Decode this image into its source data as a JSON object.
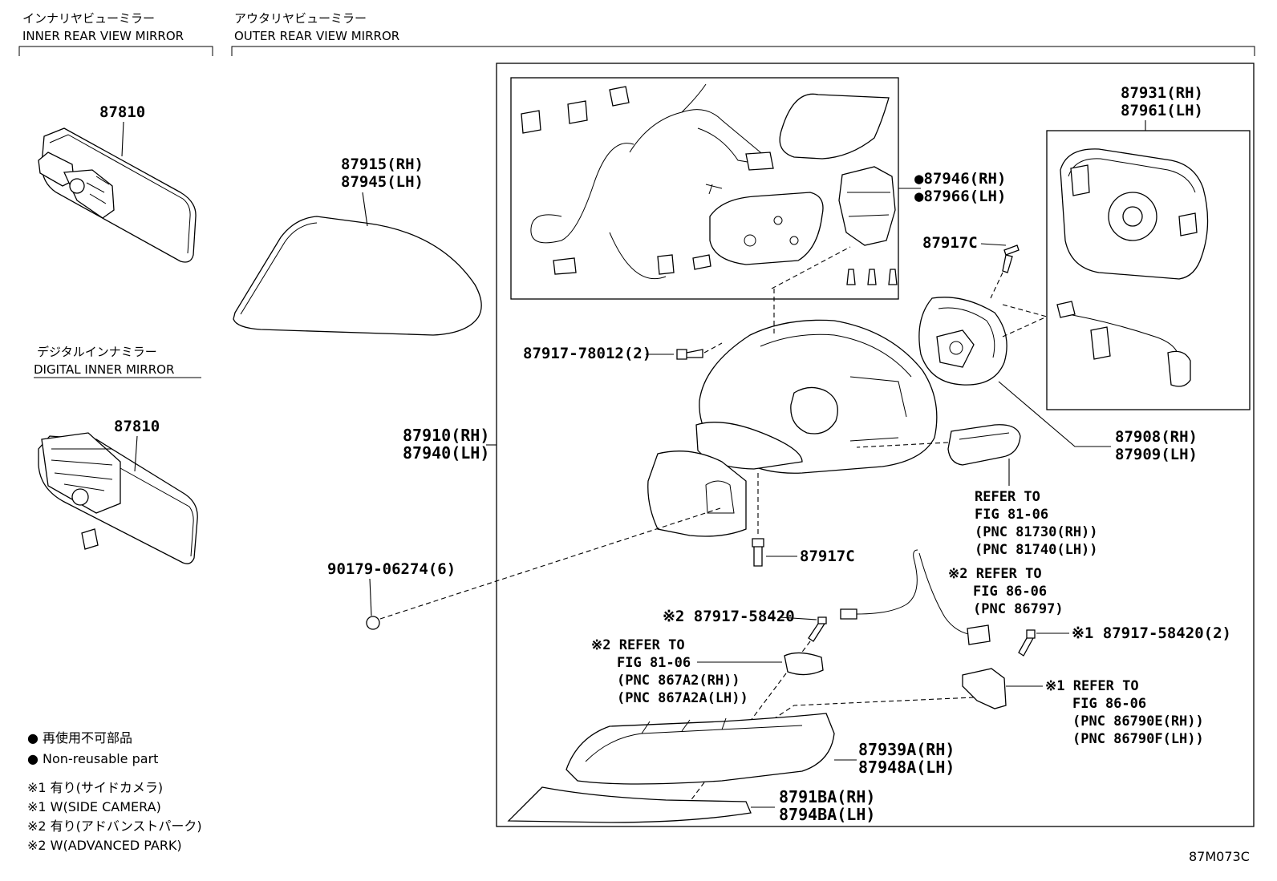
{
  "headers": {
    "inner_jp": "インナリヤビューミラー",
    "inner_en": "INNER REAR VIEW MIRROR",
    "outer_jp": "アウタリヤビューミラー",
    "outer_en": "OUTER REAR VIEW MIRROR",
    "digital_jp": "デジタルインナミラー",
    "digital_en": "DIGITAL INNER MIRROR"
  },
  "parts": {
    "inner_mirror": "87810",
    "digital_mirror": "87810",
    "cover_rh": "87915(RH)",
    "cover_lh": "87945(LH)",
    "harness_rh": "●87946(RH)",
    "harness_lh": "●87966(LH)",
    "screw_top": "87917C",
    "glass_rh": "87931(RH)",
    "glass_lh": "87961(LH)",
    "actuator_rh": "87908(RH)",
    "actuator_lh": "87909(LH)",
    "screw_78012": "87917-78012(2)",
    "mirror_rh": "87910(RH)",
    "mirror_lh": "87940(LH)",
    "clip": "90179-06274(6)",
    "screw_bottom": "87917C",
    "screw_58420": "※2 87917-58420",
    "screw_58420_2": "※1 87917-58420(2)",
    "lower_cover_rh": "87939A(RH)",
    "lower_cover_lh": "87948A(LH)",
    "garnish_rh": "8791BA(RH)",
    "garnish_lh": "8794BA(LH)"
  },
  "refers": {
    "r1": [
      "REFER TO",
      "FIG 81-06",
      "(PNC 81730(RH))",
      "(PNC 81740(LH))"
    ],
    "r2": [
      "※2 REFER TO",
      "FIG 86-06",
      "(PNC 86797)"
    ],
    "r3": [
      "※2 REFER TO",
      "FIG 81-06",
      "(PNC 867A2(RH))",
      "(PNC 867A2A(LH))"
    ],
    "r4": [
      "※1 REFER TO",
      "FIG 86-06",
      "(PNC 86790E(RH))",
      "(PNC 86790F(LH))"
    ]
  },
  "legend": {
    "l1": "● 再使用不可部品",
    "l2": "● Non-reusable part",
    "l3": "※1 有り(サイドカメラ)",
    "l4": "※1 W(SIDE CAMERA)",
    "l5": "※2 有り(アドバンストパーク)",
    "l6": "※2 W(ADVANCED PARK)"
  },
  "figure_code": "87M073C"
}
